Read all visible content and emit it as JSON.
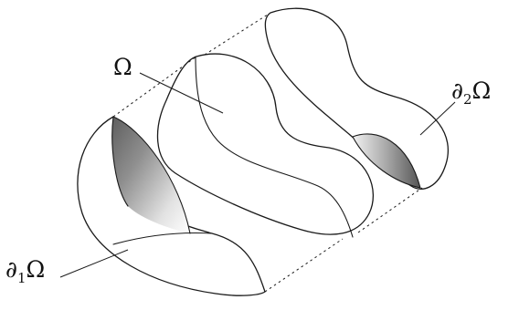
{
  "labels": {
    "omega": "Ω",
    "boundary_1": {
      "symbol": "∂",
      "subscript": "1",
      "letter": "Ω"
    },
    "boundary_2": {
      "symbol": "∂",
      "subscript": "2",
      "letter": "Ω"
    }
  },
  "colors": {
    "stroke": "#1a1a1a",
    "surface_light": "#fbfbfb",
    "surface_mid": "#dedede",
    "surface_dark": "#9a9a9a",
    "cavity_dark": "#6f6f6f",
    "background": "#ffffff"
  }
}
